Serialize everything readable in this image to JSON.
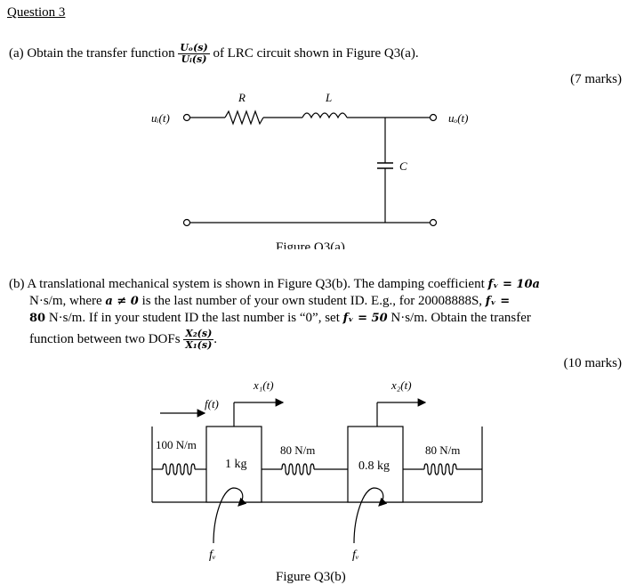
{
  "heading": "Question 3",
  "part_a": {
    "prefix": "(a) Obtain the transfer function",
    "frac_num": "Uₒ(s)",
    "frac_den": "Uᵢ(s)",
    "suffix": "of LRC circuit shown in Figure Q3(a).",
    "marks": "(7 marks)"
  },
  "circuit": {
    "label_R": "R",
    "label_L": "L",
    "label_C": "C",
    "label_ui": "uᵢ(t)",
    "label_uo": "uₒ(t)",
    "caption": "Figure Q3(a)"
  },
  "part_b": {
    "l1_a": "(b) A translational mechanical system is shown in Figure Q3(b). The damping coefficient",
    "l1_m": "fᵥ = 10a",
    "l2_a": "N·s/m, where",
    "l2_m": "a ≠ 0",
    "l2_b": "is the last number of your own student ID. E.g., for 20008888S,",
    "l2_m2": "fᵥ =",
    "l3_m": "80",
    "l3_a": "N·s/m. If in your student ID the last number is “0”, set",
    "l3_m2": "fᵥ = 50",
    "l3_b": "N·s/m. Obtain the transfer",
    "l4_a": "function between two DOFs",
    "frac_num": "X₂(s)",
    "frac_den": "X₁(s)",
    "l4_b": ".",
    "marks": "(10 marks)"
  },
  "mech": {
    "label_x1": "x₁(t)",
    "label_x2": "x₂(t)",
    "label_ft": "f(t)",
    "k1": "100 N/m",
    "k2": "80 N/m",
    "k3": "80 N/m",
    "m1": "1 kg",
    "m2": "0.8 kg",
    "fv1": "fᵥ",
    "fv2": "fᵥ",
    "caption": "Figure Q3(b)"
  }
}
